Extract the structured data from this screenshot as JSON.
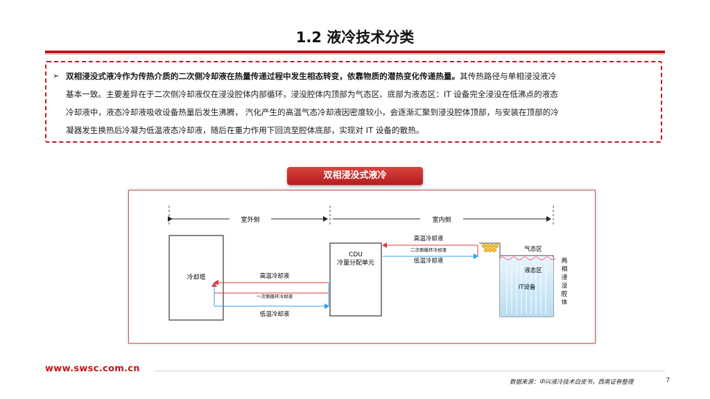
{
  "slide": {
    "title": "1.2 液冷技术分类"
  },
  "summary": {
    "bullet": "➢",
    "bold_text": "双相浸没式液冷作为传热介质的二次侧冷却液在热量传递过程中发生相态转变，依靠物质的潜热变化传递热量。",
    "line1_rest": "其传热路径与单相浸没液冷",
    "line2": "基本一致。主要差异在于二次侧冷却液仅在浸没腔体内部循环，浸没腔体内顶部为气态区、底部为液态区：IT  设备完全浸没在低沸点的液态",
    "line3": "冷却液中，液态冷却液吸收设备热量后发生沸腾，  汽化产生的高温气态冷却液因密度较小，会逐渐汇聚到浸没腔体顶部，与安装在顶部的冷",
    "line4": "凝器发生换热后冷凝为低温液态冷却液，随后在重力作用下回流至腔体底部，实现对  IT  设备的散热。"
  },
  "section_label": "双相浸没式液冷",
  "diagram": {
    "outdoor_side": "室外侧",
    "indoor_side": "室内侧",
    "cooling_tower": "冷却塔",
    "cdu_line1": "CDU",
    "cdu_line2": "冷量分配单元",
    "left_hot": "高温冷却液",
    "left_loop": "一次侧循环冷却液",
    "left_cold": "低温冷却液",
    "right_hot": "高温冷却液",
    "right_loop": "二次侧循环冷却液",
    "right_cold": "低温冷却液",
    "gas_zone": "气态区",
    "liquid_zone": "液态区",
    "it_device": "IT设备",
    "chamber": [
      "两",
      "相",
      "浸",
      "没",
      "腔",
      "体"
    ]
  },
  "footer": {
    "url": "www.swsc.com.cn",
    "source": "数据来源：中兴液冷技术白皮书，西南证券整理",
    "page": "7"
  },
  "colors": {
    "accent_red": "#c0151a",
    "hot_line": "#e23a3a",
    "cold_line": "#2f9fe0",
    "tank_fill": "#cfe9f7"
  }
}
